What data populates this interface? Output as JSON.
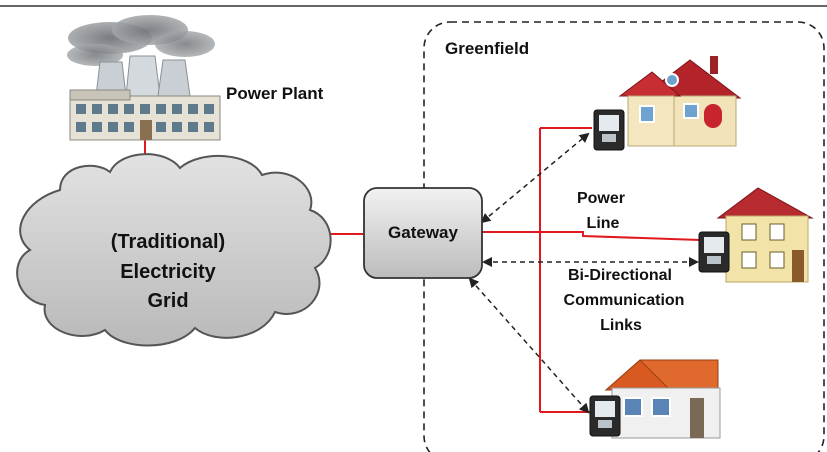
{
  "labels": {
    "power_plant": "Power Plant",
    "grid_line1": "(Traditional)",
    "grid_line2": "Electricity",
    "grid_line3": "Grid",
    "gateway": "Gateway",
    "greenfield": "Greenfield",
    "power_line_1": "Power",
    "power_line_2": "Line",
    "comm_line_1": "Bi-Directional",
    "comm_line_2": "Communication",
    "comm_line_3": "Links"
  },
  "colors": {
    "power_line": "#e0191e",
    "comm_link": "#222222",
    "cloud_fill": "#d0d0d0",
    "gateway_fill": "#dcdcdc",
    "greenfield_border": "#222222"
  },
  "icons": {
    "plant": "power-plant-icon",
    "house_top": "house-icon",
    "house_mid": "house-icon",
    "house_bottom": "house-icon",
    "meter": "smart-meter-icon"
  }
}
